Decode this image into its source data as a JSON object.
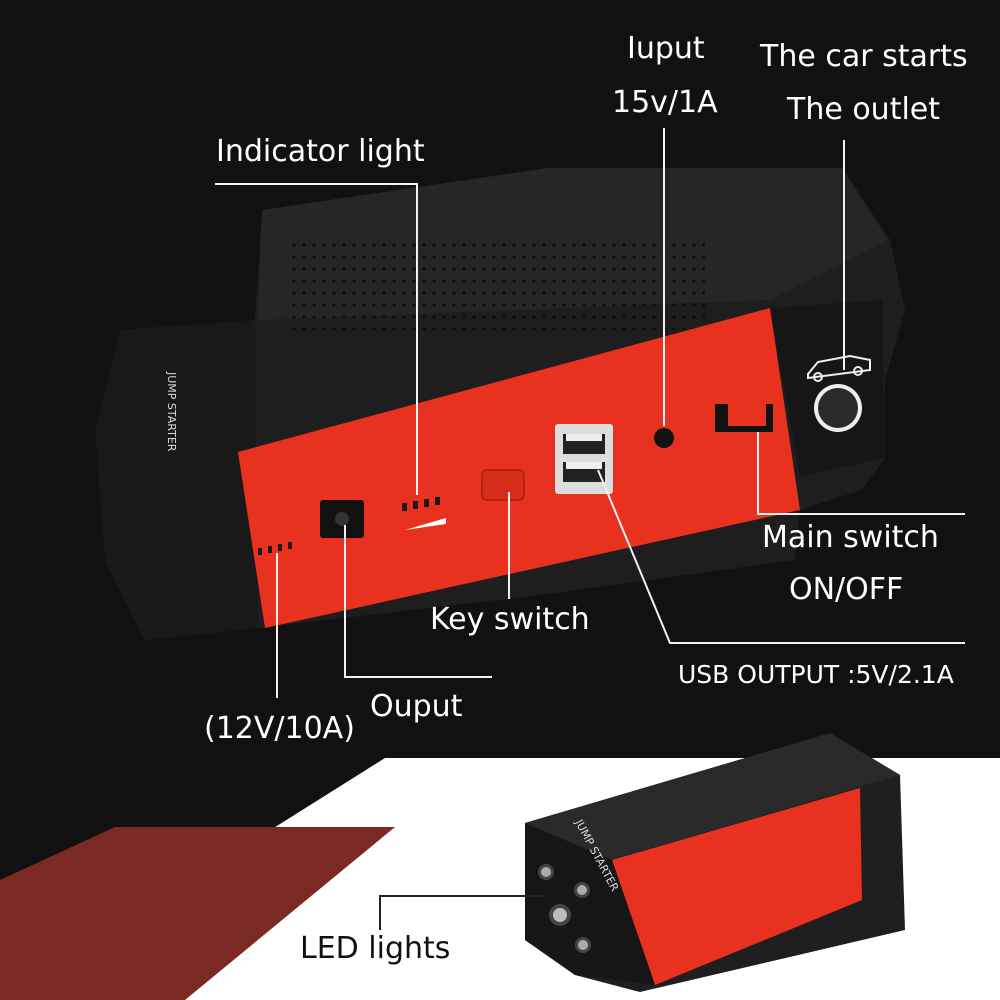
{
  "device_label": "JUMP STARTER",
  "labels": {
    "input_title": "Iuput",
    "input_value": "15v/1A",
    "car_starts": "The car starts",
    "outlet": "The outlet",
    "indicator_light": "Indicator light",
    "main_switch": "Main switch",
    "on_off": "ON/OFF",
    "key_switch": "Key switch",
    "usb_output": "USB OUTPUT :5V/2.1A",
    "output": "Ouput",
    "output_rating": "(12V/10A)",
    "led_lights": "LED lights"
  },
  "colors": {
    "background": "#111111",
    "panel_red": "#e8321f",
    "body_black": "#1e1e1e",
    "accent_dark_red": "#7a2a22",
    "line_white": "#f2f2f2"
  }
}
